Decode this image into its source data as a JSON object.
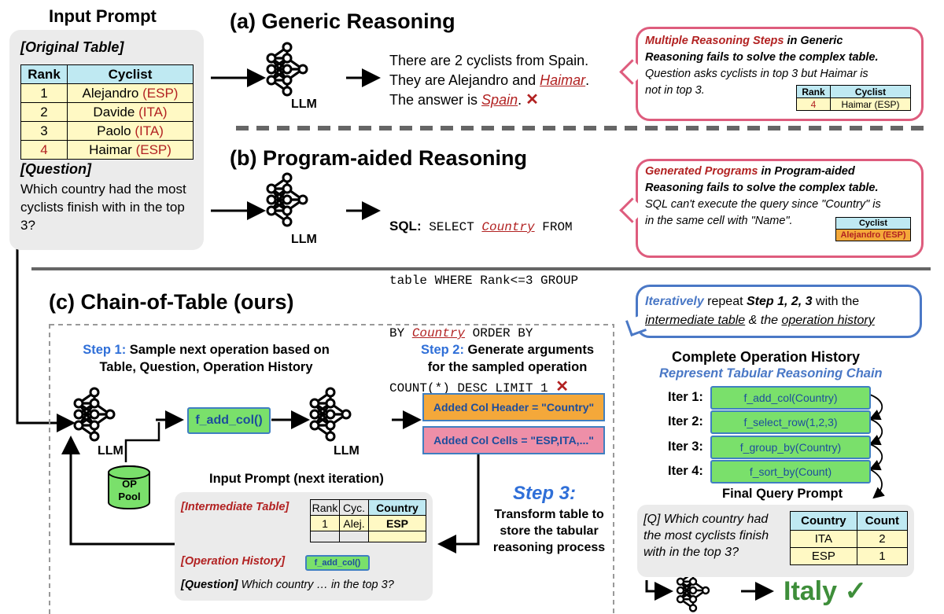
{
  "input_prompt": {
    "title": "Input Prompt",
    "original_table_label": "[Original Table]",
    "headers": [
      "Rank",
      "Cyclist"
    ],
    "rows": [
      {
        "rank": "1",
        "name": "Alejandro ",
        "country": "(ESP)"
      },
      {
        "rank": "2",
        "name": "Davide ",
        "country": "(ITA)"
      },
      {
        "rank": "3",
        "name": "Paolo ",
        "country": "(ITA)"
      },
      {
        "rank": "4",
        "name": "Haimar ",
        "country": "(ESP)"
      }
    ],
    "question_label": "[Question]",
    "question": "Which country had the most cyclists finish with in the top 3?"
  },
  "generic": {
    "title": "(a) Generic Reasoning",
    "llm": "LLM",
    "line1": "There are 2 cyclists from Spain.",
    "line2_pre": "They are Alejandro and ",
    "line2_link": "Haimar",
    "line2_post": ".",
    "line3_pre": "The answer is ",
    "line3_link": "Spain",
    "line3_post": ".",
    "cross": "✕",
    "bubble": {
      "l1_red": "Multiple Reasoning Steps",
      "l1_rest": " in Generic",
      "l2": "Reasoning fails to solve the complex table.",
      "l3": "Question asks cyclists in top 3 but Haimar is",
      "l4": "not in top 3.",
      "mini_headers": [
        "Rank",
        "Cyclist"
      ],
      "mini_row": [
        "4",
        "Haimar (ESP)"
      ]
    }
  },
  "program": {
    "title": "(b) Program-aided Reasoning",
    "llm": "LLM",
    "sql_label": "SQL:",
    "sql_1": " SELECT ",
    "sql_country1": "Country",
    "sql_2": " FROM",
    "sql_3": "table WHERE Rank<=3 GROUP",
    "sql_4": "BY ",
    "sql_country2": "Country",
    "sql_5": " ORDER BY",
    "sql_6": "COUNT(*) DESC LIMIT 1",
    "cross": "✕",
    "bubble": {
      "l1_red": "Generated Programs",
      "l1_rest": " in Program-aided",
      "l2": "Reasoning fails to solve the complex table.",
      "l3": "SQL can't execute the query since \"Country\" is",
      "l4": "in the same cell with \"Name\".",
      "mini_header": "Cyclist",
      "mini_cell": "Alejandro (ESP)"
    }
  },
  "chain": {
    "title": "(c) Chain-of-Table (ours)",
    "bubble": {
      "iter_blue": "Iteratively",
      "repeat": " repeat ",
      "steps": "Step 1, 2, 3",
      "with_the": " with the",
      "intermediate": "intermediate table",
      "amp": " & the ",
      "history": "operation history"
    },
    "step1_label": "Step 1:",
    "step1_text": " Sample next operation based on",
    "step1_text2": "Table, Question, Operation History",
    "step2_label": "Step 2:",
    "step2_text": " Generate arguments",
    "step2_text2": "for the sampled operation",
    "llm1": "LLM",
    "llm2": "LLM",
    "op_sample": "f_add_col()",
    "arg_header": "Added Col Header = \"Country\"",
    "arg_cells": "Added Col Cells = \"ESP,ITA,...\"",
    "op_pool": "OP\nPool",
    "op_pool_1": "OP",
    "op_pool_2": "Pool",
    "input_next": "Input Prompt (next iteration)",
    "intermediate_label": "[Intermediate Table]",
    "int_headers": [
      "Rank",
      "Cyc.",
      "Country"
    ],
    "int_row": [
      "1",
      "Alej.",
      "ESP"
    ],
    "op_history_label": "[Operation History]",
    "op_history_item": "f_add_col()",
    "question_label": "[Question]",
    "question_text": " Which country … in the top 3?",
    "step3_label": "Step 3:",
    "step3_l1": "Transform table to",
    "step3_l2": "store the tabular",
    "step3_l3": "reasoning process"
  },
  "history": {
    "title": "Complete Operation History",
    "subtitle": "Represent Tabular Reasoning Chain",
    "iters": [
      {
        "label": "Iter 1:",
        "op": "f_add_col(Country)"
      },
      {
        "label": "Iter 2:",
        "op": "f_select_row(1,2,3)"
      },
      {
        "label": "Iter 3:",
        "op": "f_group_by(Country)"
      },
      {
        "label": "Iter 4:",
        "op": "f_sort_by(Count)"
      }
    ],
    "final": "Final Query Prompt",
    "q_line1": "[Q] Which country had",
    "q_line2": "the most cyclists finish",
    "q_line3": "with in the top 3?",
    "result_headers": [
      "Country",
      "Count"
    ],
    "result_rows": [
      [
        "ITA",
        "2"
      ],
      [
        "ESP",
        "1"
      ]
    ],
    "answer": "Italy ✓"
  },
  "colors": {
    "red": "#b22222",
    "blue": "#2f6fd8",
    "green_op": "#7ae06b",
    "orange": "#f4a83a",
    "pink": "#ee8fa8",
    "bubble_border": "#de5c7d",
    "answer_green": "#3e8e3a"
  }
}
